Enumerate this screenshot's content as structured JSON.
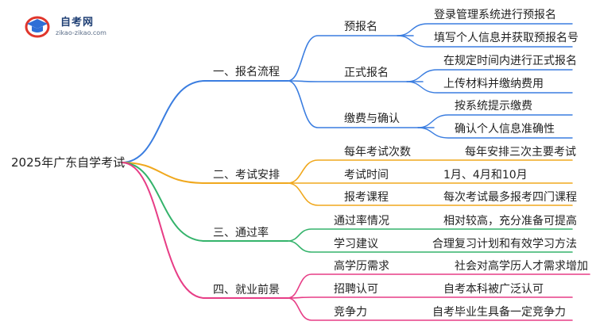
{
  "logo": {
    "name": "自考网",
    "domain": "zikao-zikao.com"
  },
  "root": "2025年广东自学考试",
  "colors": {
    "blue": "#3a7de0",
    "orange": "#f0a81e",
    "green": "#34b36b",
    "pink": "#e73d86",
    "logo_blue": "#2f6fd6",
    "logo_red": "#e0362c"
  },
  "branches": [
    {
      "label": "一、报名流程",
      "color": "blue",
      "children": [
        {
          "label": "预报名",
          "leaves": [
            "登录管理系统进行预报名",
            "填写个人信息并获取预报名号"
          ]
        },
        {
          "label": "正式报名",
          "leaves": [
            "在规定时间内进行正式报名",
            "上传材料并缴纳费用"
          ]
        },
        {
          "label": "缴费与确认",
          "leaves": [
            "按系统提示缴费",
            "确认个人信息准确性"
          ]
        }
      ]
    },
    {
      "label": "二、考试安排",
      "color": "orange",
      "children": [
        {
          "label": "每年考试次数",
          "leaves": [
            "每年安排三次主要考试"
          ]
        },
        {
          "label": "考试时间",
          "leaves": [
            "1月、4月和10月"
          ]
        },
        {
          "label": "报考课程",
          "leaves": [
            "每次考试最多报考四门课程"
          ]
        }
      ]
    },
    {
      "label": "三、通过率",
      "color": "green",
      "children": [
        {
          "label": "通过率情况",
          "leaves": [
            "相对较高，充分准备可提高"
          ]
        },
        {
          "label": "学习建议",
          "leaves": [
            "合理复习计划和有效学习方法"
          ]
        }
      ]
    },
    {
      "label": "四、就业前景",
      "color": "pink",
      "children": [
        {
          "label": "高学历需求",
          "leaves": [
            "社会对高学历人才需求增加"
          ]
        },
        {
          "label": "招聘认可",
          "leaves": [
            "自考本科被广泛认可"
          ]
        },
        {
          "label": "竞争力",
          "leaves": [
            "自考毕业生具备一定竞争力"
          ]
        }
      ]
    }
  ]
}
